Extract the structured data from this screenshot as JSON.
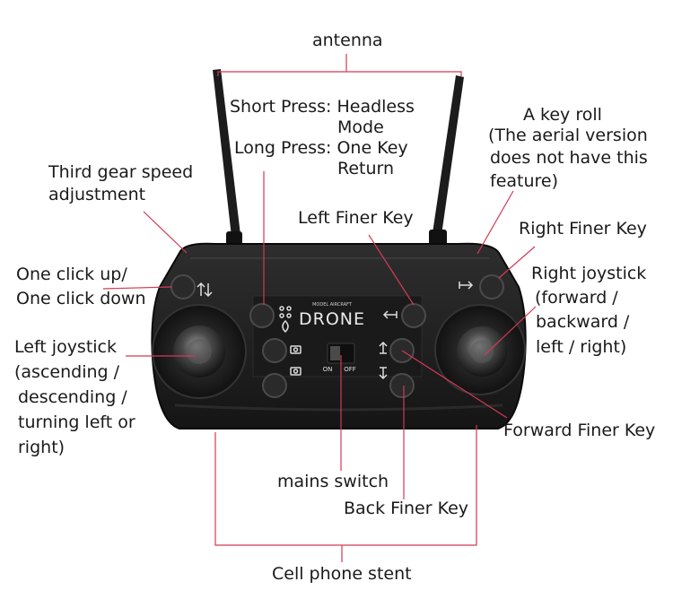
{
  "labels": {
    "antenna": "antenna",
    "short_press_1": "Short Press: Headless",
    "short_press_2": "Mode",
    "long_press_1": "Long Press: One Key",
    "long_press_2": "Return",
    "key_roll_1": "A key roll",
    "key_roll_2": "(The aerial version",
    "key_roll_3": "does not have this",
    "key_roll_4": "feature)",
    "third_gear_1": "Third gear speed",
    "third_gear_2": "adjustment",
    "left_finer": "Left Finer Key",
    "right_finer": "Right Finer Key",
    "one_click_1": "One click up/",
    "one_click_2": "One click down",
    "right_joy_1": "Right joystick",
    "right_joy_2": "(forward /",
    "right_joy_3": "backward /",
    "right_joy_4": "left / right)",
    "left_joy_1": "Left joystick",
    "left_joy_2": "(ascending /",
    "left_joy_3": "descending /",
    "left_joy_4": "turning left or",
    "left_joy_5": "right)",
    "forward_finer": "Forward Finer Key",
    "mains_switch": "mains switch",
    "back_finer": "Back Finer Key",
    "phone_stent": "Cell phone stent"
  },
  "device": {
    "brand_small": "MODEL AIRCRAFT",
    "brand": "DRONE",
    "switch_on": "ON",
    "switch_off": "OFF"
  },
  "colors": {
    "leader": "#d23a55",
    "body": "#1e1e1e",
    "text": "#1a1a1a"
  }
}
